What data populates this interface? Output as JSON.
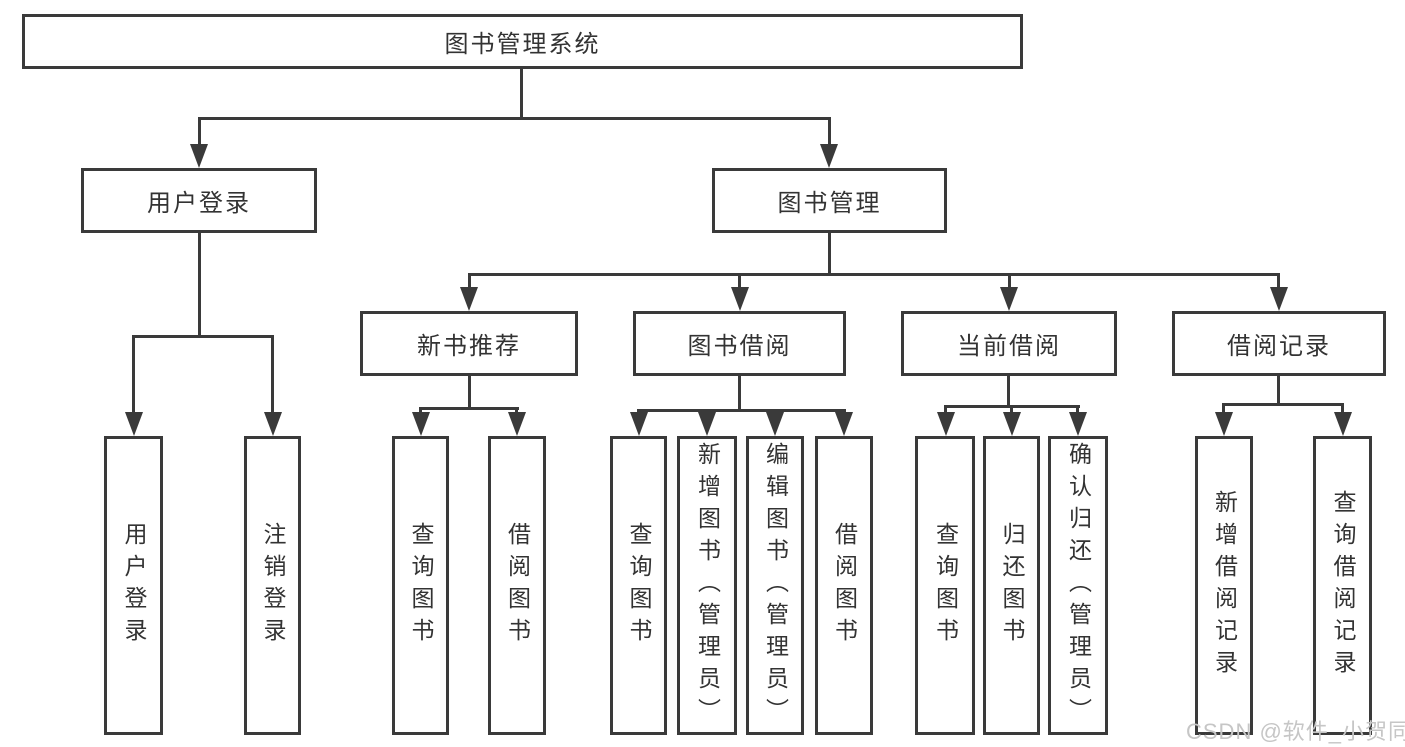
{
  "diagram": {
    "root": {
      "label": "图书管理系统"
    },
    "branches": [
      {
        "label": "用户登录",
        "children": [
          {
            "label": "用户登录"
          },
          {
            "label": "注销登录"
          }
        ]
      },
      {
        "label": "图书管理",
        "children": [
          {
            "label": "新书推荐",
            "children": [
              {
                "label": "查询图书"
              },
              {
                "label": "借阅图书"
              }
            ]
          },
          {
            "label": "图书借阅",
            "children": [
              {
                "label": "查询图书"
              },
              {
                "label": "新增图书（管理员）"
              },
              {
                "label": "编辑图书（管理员）"
              },
              {
                "label": "借阅图书"
              }
            ]
          },
          {
            "label": "当前借阅",
            "children": [
              {
                "label": "查询图书"
              },
              {
                "label": "归还图书"
              },
              {
                "label": "确认归还（管理员）"
              }
            ]
          },
          {
            "label": "借阅记录",
            "children": [
              {
                "label": "新增借阅记录"
              },
              {
                "label": "查询借阅记录"
              }
            ]
          }
        ]
      }
    ],
    "line_color": "#3a3a3a",
    "text_color": "#333333"
  },
  "watermark": {
    "text": "CSDN @软件_小贺同学",
    "color": "#c6c6c6"
  }
}
